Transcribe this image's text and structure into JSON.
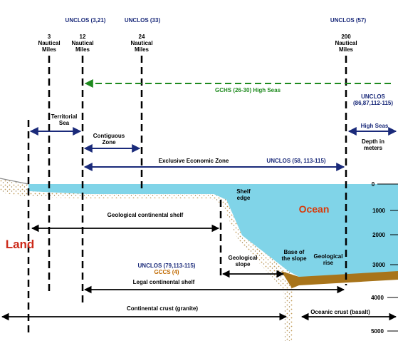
{
  "unclos_top": {
    "u3_21": "UNCLOS (3,21)",
    "u33": "UNCLOS (33)",
    "u57": "UNCLOS (57)"
  },
  "limits": {
    "nm3": [
      "3",
      "Nautical",
      "Miles"
    ],
    "nm12": [
      "12",
      "Nautical",
      "Miles"
    ],
    "nm24": [
      "24",
      "Nautical",
      "Miles"
    ],
    "nm200": [
      "200",
      "Nautical",
      "Miles"
    ]
  },
  "high_seas_gchs": "GCHS (26-30) High Seas",
  "unclos_86": [
    "UNCLOS",
    "(86,87,112-115)"
  ],
  "high_seas": "High Seas",
  "territorial_sea": [
    "Territorial",
    "Sea"
  ],
  "contiguous_zone": [
    "Contiguous",
    "Zone"
  ],
  "eez": "Exclusive Economic Zone",
  "unclos_58": "UNCLOS (58, 113-115)",
  "depth_title": [
    "Depth in",
    "meters"
  ],
  "depth_ticks": [
    "0",
    "1000",
    "2000",
    "3000",
    "4000",
    "5000"
  ],
  "shelf_edge": [
    "Shelf",
    "edge"
  ],
  "ocean": "Ocean",
  "geo_shelf": "Geological continental shelf",
  "land": "Land",
  "geo_slope": [
    "Geological",
    "slope"
  ],
  "base_slope": [
    "Base of",
    "the slope"
  ],
  "geo_rise": [
    "Geological",
    "rise"
  ],
  "unclos_79": "UNCLOS (79,113-115)",
  "gccs": "GCCS (4)",
  "legal_shelf": "Legal continental shelf",
  "cont_crust": "Continental crust (granite)",
  "oceanic_crust": "Oceanic crust (basalt)",
  "colors": {
    "navy": "#1a2a7a",
    "green": "#1e8a1e",
    "water": "#80d4e8",
    "sediment": "#a8741a",
    "land_red": "#cc2a1a",
    "ocean_label": "#d83a0a"
  }
}
